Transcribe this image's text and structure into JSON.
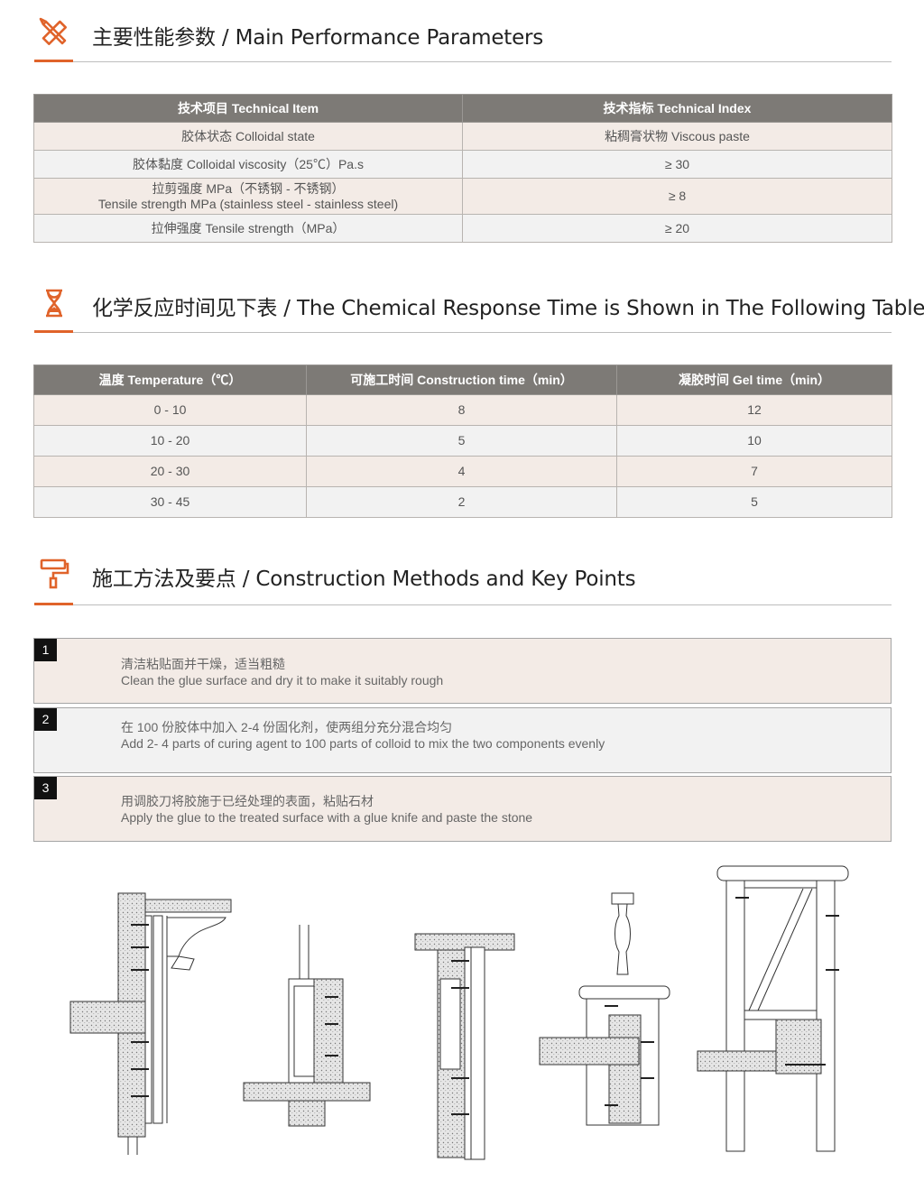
{
  "sections": {
    "performance": {
      "title": "主要性能参数 / Main Performance Parameters",
      "icon": "pencil-ruler-icon"
    },
    "chemical": {
      "title": "化学反应时间见下表 / The Chemical Response Time is Shown in The Following Table",
      "icon": "hourglass-icon"
    },
    "construction": {
      "title": "施工方法及要点 / Construction Methods and Key Points",
      "icon": "paint-roller-icon"
    }
  },
  "params_table": {
    "headers": [
      "技术项目  Technical Item",
      "技术指标  Technical Index"
    ],
    "rows": [
      {
        "item": "胶体状态 Colloidal state",
        "value": "粘稠膏状物 Viscous paste"
      },
      {
        "item": "胶体黏度 Colloidal viscosity（25℃）Pa.s",
        "value": "≥ 30"
      },
      {
        "item": "拉剪强度 MPa（不锈钢 - 不锈钢）",
        "item2": "Tensile strength MPa (stainless steel - stainless steel)",
        "value": "≥ 8"
      },
      {
        "item": "拉伸强度 Tensile strength（MPa）",
        "value": "≥ 20"
      }
    ]
  },
  "time_table": {
    "headers": [
      "温度  Temperature（℃）",
      "可施工时间 Construction time（min）",
      "凝胶时间 Gel time（min）"
    ],
    "rows": [
      [
        "0 -  10",
        "8",
        "12"
      ],
      [
        "10 -  20",
        "5",
        "10"
      ],
      [
        "20 -  30",
        "4",
        "7"
      ],
      [
        "30 -  45",
        "2",
        "5"
      ]
    ]
  },
  "steps": [
    {
      "num": "1",
      "cn": "清洁粘贴面并干燥，适当粗糙",
      "en": "Clean the glue surface and dry it to make it suitably rough"
    },
    {
      "num": "2",
      "cn": "在 100 份胶体中加入 2-4 份固化剂，使两组分充分混合均匀",
      "en": "Add 2- 4 parts of curing agent to 100 parts of colloid to mix the two components evenly"
    },
    {
      "num": "3",
      "cn": "用调胶刀将胶施于已经处理的表面，粘贴石材",
      "en": "Apply the glue to the treated surface with a glue knife and paste the stone"
    }
  ],
  "colors": {
    "accent": "#e0632a",
    "header_gray": "#7d7a76",
    "row_pink": "#f3ebe6",
    "row_gray": "#f2f2f2"
  }
}
